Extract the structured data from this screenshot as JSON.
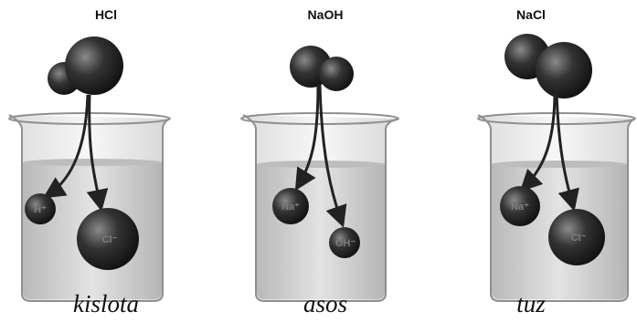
{
  "panels": [
    {
      "formula": "HCl",
      "caption": "kislota",
      "ions": {
        "small": "H⁺",
        "large": "Cl⁻"
      }
    },
    {
      "formula": "NaOH",
      "caption": "asos",
      "ions": {
        "small": "Na⁺",
        "large": "OH⁻"
      }
    },
    {
      "formula": "NaCl",
      "caption": "tuz",
      "ions": {
        "small": "Na⁺",
        "large": "Cl⁻"
      }
    }
  ],
  "colors": {
    "liquid": "#cfcfcf",
    "glass": "#9a9a9a",
    "atom": "#2a2a2a",
    "arrow": "#222222"
  }
}
